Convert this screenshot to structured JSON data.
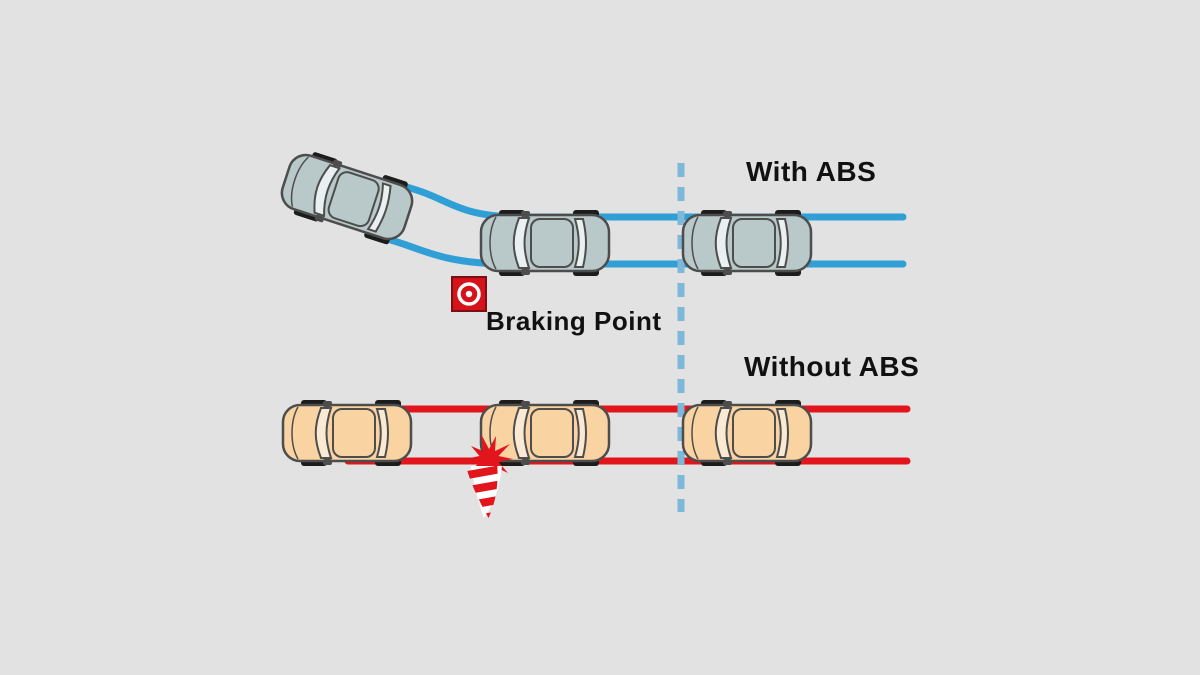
{
  "labels": {
    "with_abs": "With ABS",
    "without_abs": "Without ABS",
    "braking_point": "Braking Point"
  },
  "scene": {
    "rows": [
      {
        "name": "with-abs",
        "car_count": 3,
        "outcome": "swerves-around-obstacle",
        "track_color": "#2f9fd6"
      },
      {
        "name": "without-abs",
        "car_count": 3,
        "outcome": "skids-straight-and-crashes",
        "track_color": "#e3151c"
      }
    ],
    "icons": [
      "braking-point-target-icon",
      "crash-burst-icon",
      "skid-cone-icon",
      "dashed-divider-line"
    ]
  },
  "colors": {
    "background": "#e2e2e2",
    "abs_track": "#2f9fd6",
    "no_abs_track": "#e3151c",
    "divider": "#7db8da",
    "abs_car_body": "#b9c8c8",
    "abs_car_glass": "#e9f0f1",
    "no_abs_car_body": "#f9d3a2",
    "no_abs_car_glass": "#fbead3",
    "car_outline": "#4d4d4d",
    "wheel": "#1c1c1c",
    "text": "#111111",
    "crash": "#e3151c",
    "braking_icon": "#d6131b"
  }
}
